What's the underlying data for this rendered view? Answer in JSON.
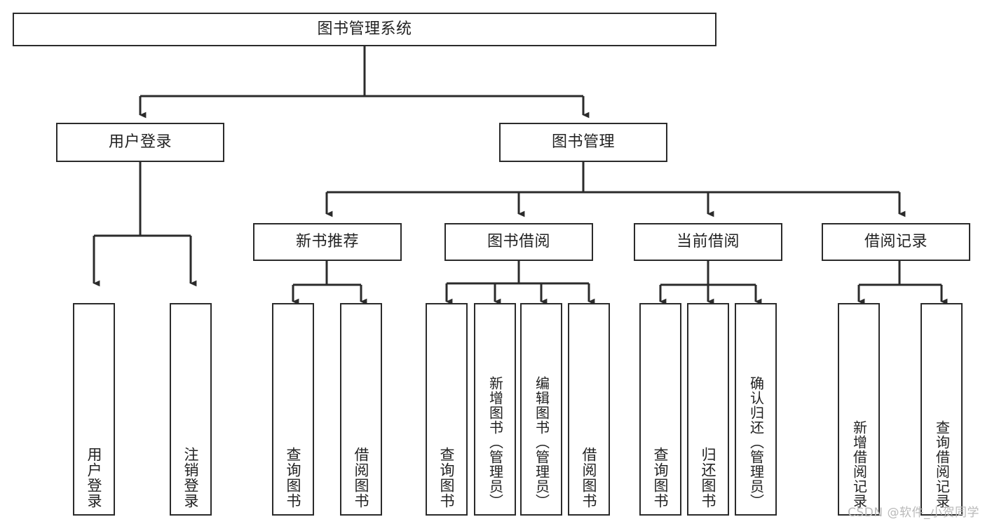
{
  "diagram": {
    "title": "图书管理系统",
    "type": "tree-hierarchy",
    "colors": {
      "background": "#ffffff",
      "box_border": "#2b2b2b",
      "box_fill": "#ffffff",
      "connector": "#2b2b2b",
      "text": "#222222",
      "watermark": "#b9b9b9"
    }
  },
  "root": {
    "label": "图书管理系统"
  },
  "level2": [
    {
      "label": "用户登录"
    },
    {
      "label": "图书管理"
    }
  ],
  "level3": [
    {
      "label": "新书推荐"
    },
    {
      "label": "图书借阅"
    },
    {
      "label": "当前借阅"
    },
    {
      "label": "借阅记录"
    }
  ],
  "leaves": {
    "user_login": [
      {
        "label": "用户登录"
      },
      {
        "label": "注销登录"
      }
    ],
    "new_book_recommend": [
      {
        "label": "查询图书"
      },
      {
        "label": "借阅图书"
      }
    ],
    "book_borrow": [
      {
        "label": "查询图书"
      },
      {
        "label": "新增图书（管理员）"
      },
      {
        "label": "编辑图书（管理员）"
      },
      {
        "label": "借阅图书"
      }
    ],
    "current_borrow": [
      {
        "label": "查询图书"
      },
      {
        "label": "归还图书"
      },
      {
        "label": "确认归还（管理员）"
      }
    ],
    "borrow_record": [
      {
        "label": "新增借阅记录"
      },
      {
        "label": "查询借阅记录"
      }
    ]
  },
  "watermark": {
    "text": "CSDN @软件_小贺同学"
  }
}
